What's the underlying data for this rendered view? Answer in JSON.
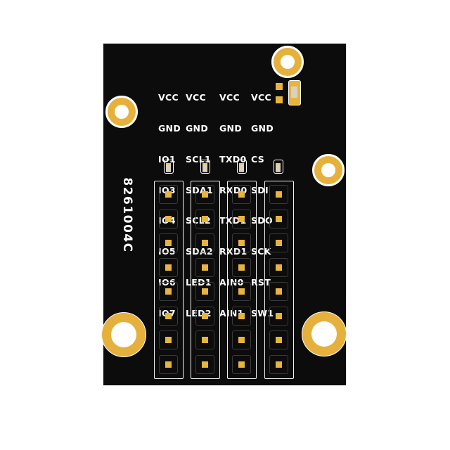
{
  "board": {
    "code": "8261004C",
    "colors": {
      "pcb": "#0c0c0c",
      "silkscreen": "#ffffff",
      "copper_gold": "#e5b13c"
    }
  },
  "labels": {
    "col_a": [
      "VCC",
      "GND",
      "IO1",
      "IO3",
      "IO4",
      "IO5",
      "IO6",
      "IO7"
    ],
    "col_b": [
      "VCC",
      "GND",
      "SCL1",
      "SDA1",
      "SCL2",
      "SDA2",
      "LED1",
      "LED2"
    ],
    "col_c": [
      "VCC",
      "GND",
      "TXD0",
      "RXD0",
      "TXD1",
      "RXD1",
      "AIN0",
      "AIN1"
    ],
    "col_d": [
      "VCC",
      "GND",
      "CS",
      "SDI",
      "SDO",
      "SCK",
      "RST",
      "SW1"
    ]
  }
}
